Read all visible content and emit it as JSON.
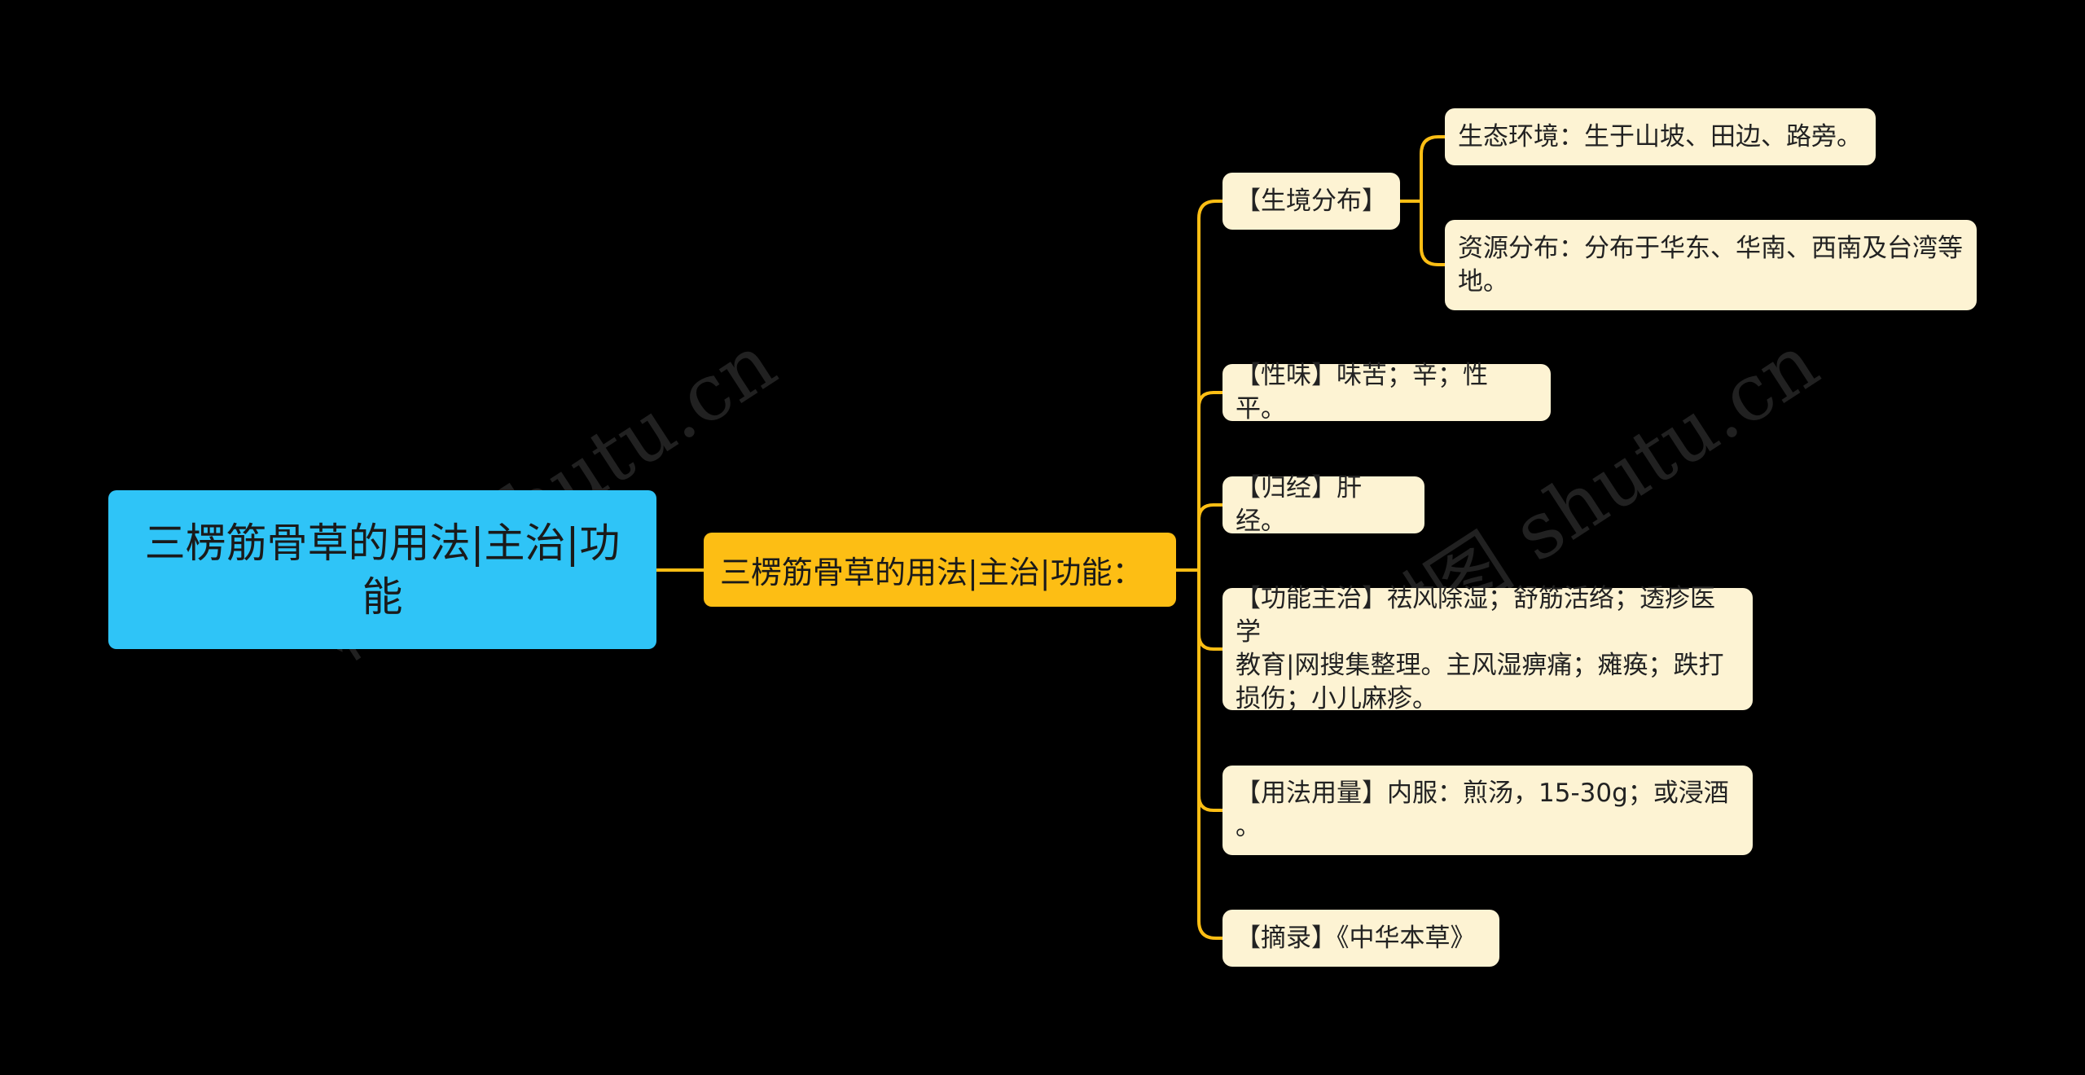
{
  "root": {
    "label": "三楞筋骨草的用法|主治|功能"
  },
  "topic": {
    "label": "三楞筋骨草的用法|主治|功能："
  },
  "branches": {
    "habitat": {
      "label": "【生境分布】",
      "children": {
        "ecology": {
          "label": "生态环境：生于山坡、田边、路旁。"
        },
        "resource": {
          "line1": "资源分布：分布于华东、华南、西南及台湾等",
          "line2": "地。"
        }
      }
    },
    "taste": {
      "label": "【性味】味苦；辛；性平。"
    },
    "meridian": {
      "label": "【归经】肝经。"
    },
    "function": {
      "line1": "【功能主治】祛风除湿；舒筋活络；透疹医学",
      "line2": "教育|网搜集整理。主风湿痹痛；瘫痪；跌打",
      "line3": "损伤；小儿麻疹。"
    },
    "usage": {
      "line1": "【用法用量】内服：煎汤，15-30g；或浸酒",
      "line2": "。"
    },
    "excerpt": {
      "label": "【摘录】《中华本草》"
    }
  },
  "watermark": {
    "text": "树图 shutu.cn"
  },
  "colors": {
    "background": "#000000",
    "root_fill": "#2FC4F7",
    "topic_fill": "#FDBE14",
    "leaf_fill": "#FDF3D3",
    "connector": "#FDBE14"
  }
}
